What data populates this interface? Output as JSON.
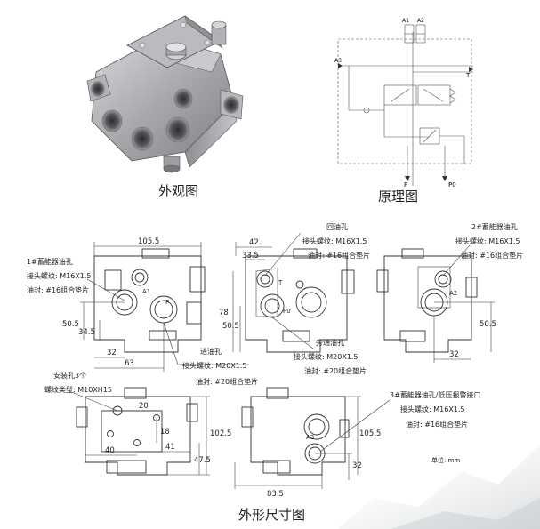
{
  "captions": {
    "exterior": "外观图",
    "schematic": "原理图",
    "dimensions": "外形尺寸图"
  },
  "schematic_labels": {
    "a1": "A1",
    "a2": "A2",
    "a3": "A3",
    "t": "T",
    "p": "P",
    "p0": "P0"
  },
  "front_view": {
    "title": "1#蓄能器油孔",
    "thread": "接头螺纹: M16X1.5",
    "seal": "油封: #16组合垫片",
    "port_a1": "A1",
    "port_p": "P",
    "dims": {
      "width": "105.5",
      "h_left": "50.5",
      "h_inner": "34.5",
      "bottom_1": "32",
      "bottom_2": "63"
    }
  },
  "inlet": {
    "title": "进油孔",
    "thread": "接头螺纹: M20X1.5",
    "seal": "油封: #20组合垫片"
  },
  "middle_view": {
    "title": "回油孔",
    "thread": "接头螺纹: M16X1.5",
    "seal": "油封: #16组合垫片",
    "port_t": "T",
    "port_p0": "P0",
    "dims": {
      "top_1": "42",
      "top_2": "33.5",
      "h_total": "78",
      "h_left": "50.5"
    }
  },
  "bypass": {
    "title": "旁通油孔",
    "thread": "接头螺纹: M20X1.5",
    "seal": "油封: #20组合垫片"
  },
  "right_view": {
    "title": "2#蓄能器油孔",
    "thread": "接头螺纹: M16X1.5",
    "seal": "油封: #16组合垫片",
    "port_a2": "A2",
    "dims": {
      "h_right": "50.5",
      "bottom": "32"
    }
  },
  "mount_view": {
    "title": "安装孔3个",
    "thread_type": "螺纹类型: M10XH15",
    "dims": {
      "d20": "20",
      "d18": "18",
      "d40": "40",
      "d41": "41",
      "h_total": "102.5",
      "h_low": "47.5"
    }
  },
  "bottom_view": {
    "title": "3#蓄能器油孔/低压报警接口",
    "thread": "接头螺纹: M16X1.5",
    "seal": "油封: #16组合垫片",
    "port_a3": "A3",
    "dims": {
      "h_right": "105.5",
      "h_low": "32",
      "width": "83.5"
    }
  },
  "unit_note": "单位: mm"
}
